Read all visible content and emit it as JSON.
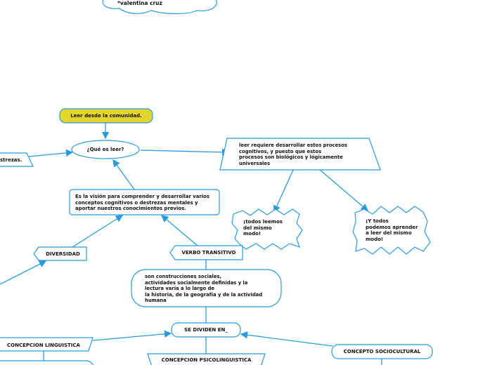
{
  "colors": {
    "stroke": "#2a9ae0",
    "highlight": "#e3d52b",
    "text": "#111111"
  },
  "nodes": {
    "author": "*valentina cruz",
    "root": "Leer desde la comunidad.",
    "question": "¿Qué es leer?",
    "left_partial": "strezas.",
    "requires": "leer requiere desarrollar estos procesos\ncognitivos, y puesto que estos\nprocesos son biológicos y lógicamente\nuniversales",
    "vision": "Es la visión para comprender y desarrollar varios\nconceptos cognitivos o destrezas mentales y\naportar nuestros conocimientos previos.",
    "all_read": "¡todos leemos\ndel mismo\nmodo!",
    "all_learn": "¡Y todos\npodemos aprender\na leer del mismo\nmodo!",
    "diversity": "DIVERSIDAD",
    "transitive_verb": "VERBO TRANSITIVO",
    "constructions": "son construcciones sociales,\nactividades socialmente definidas y la\nlectura varía a lo largo de\nla historia, de la geografía y de la actividad\nhumana",
    "divided": "SE DIVIDEN EN_",
    "linguistic": "CONCEPCION LINGUISTICA",
    "psycholinguistic": "CONCEPCION PSICOLINGUISTICA",
    "sociocultural": "CONCEPTO SOCIOCULTURAL"
  }
}
